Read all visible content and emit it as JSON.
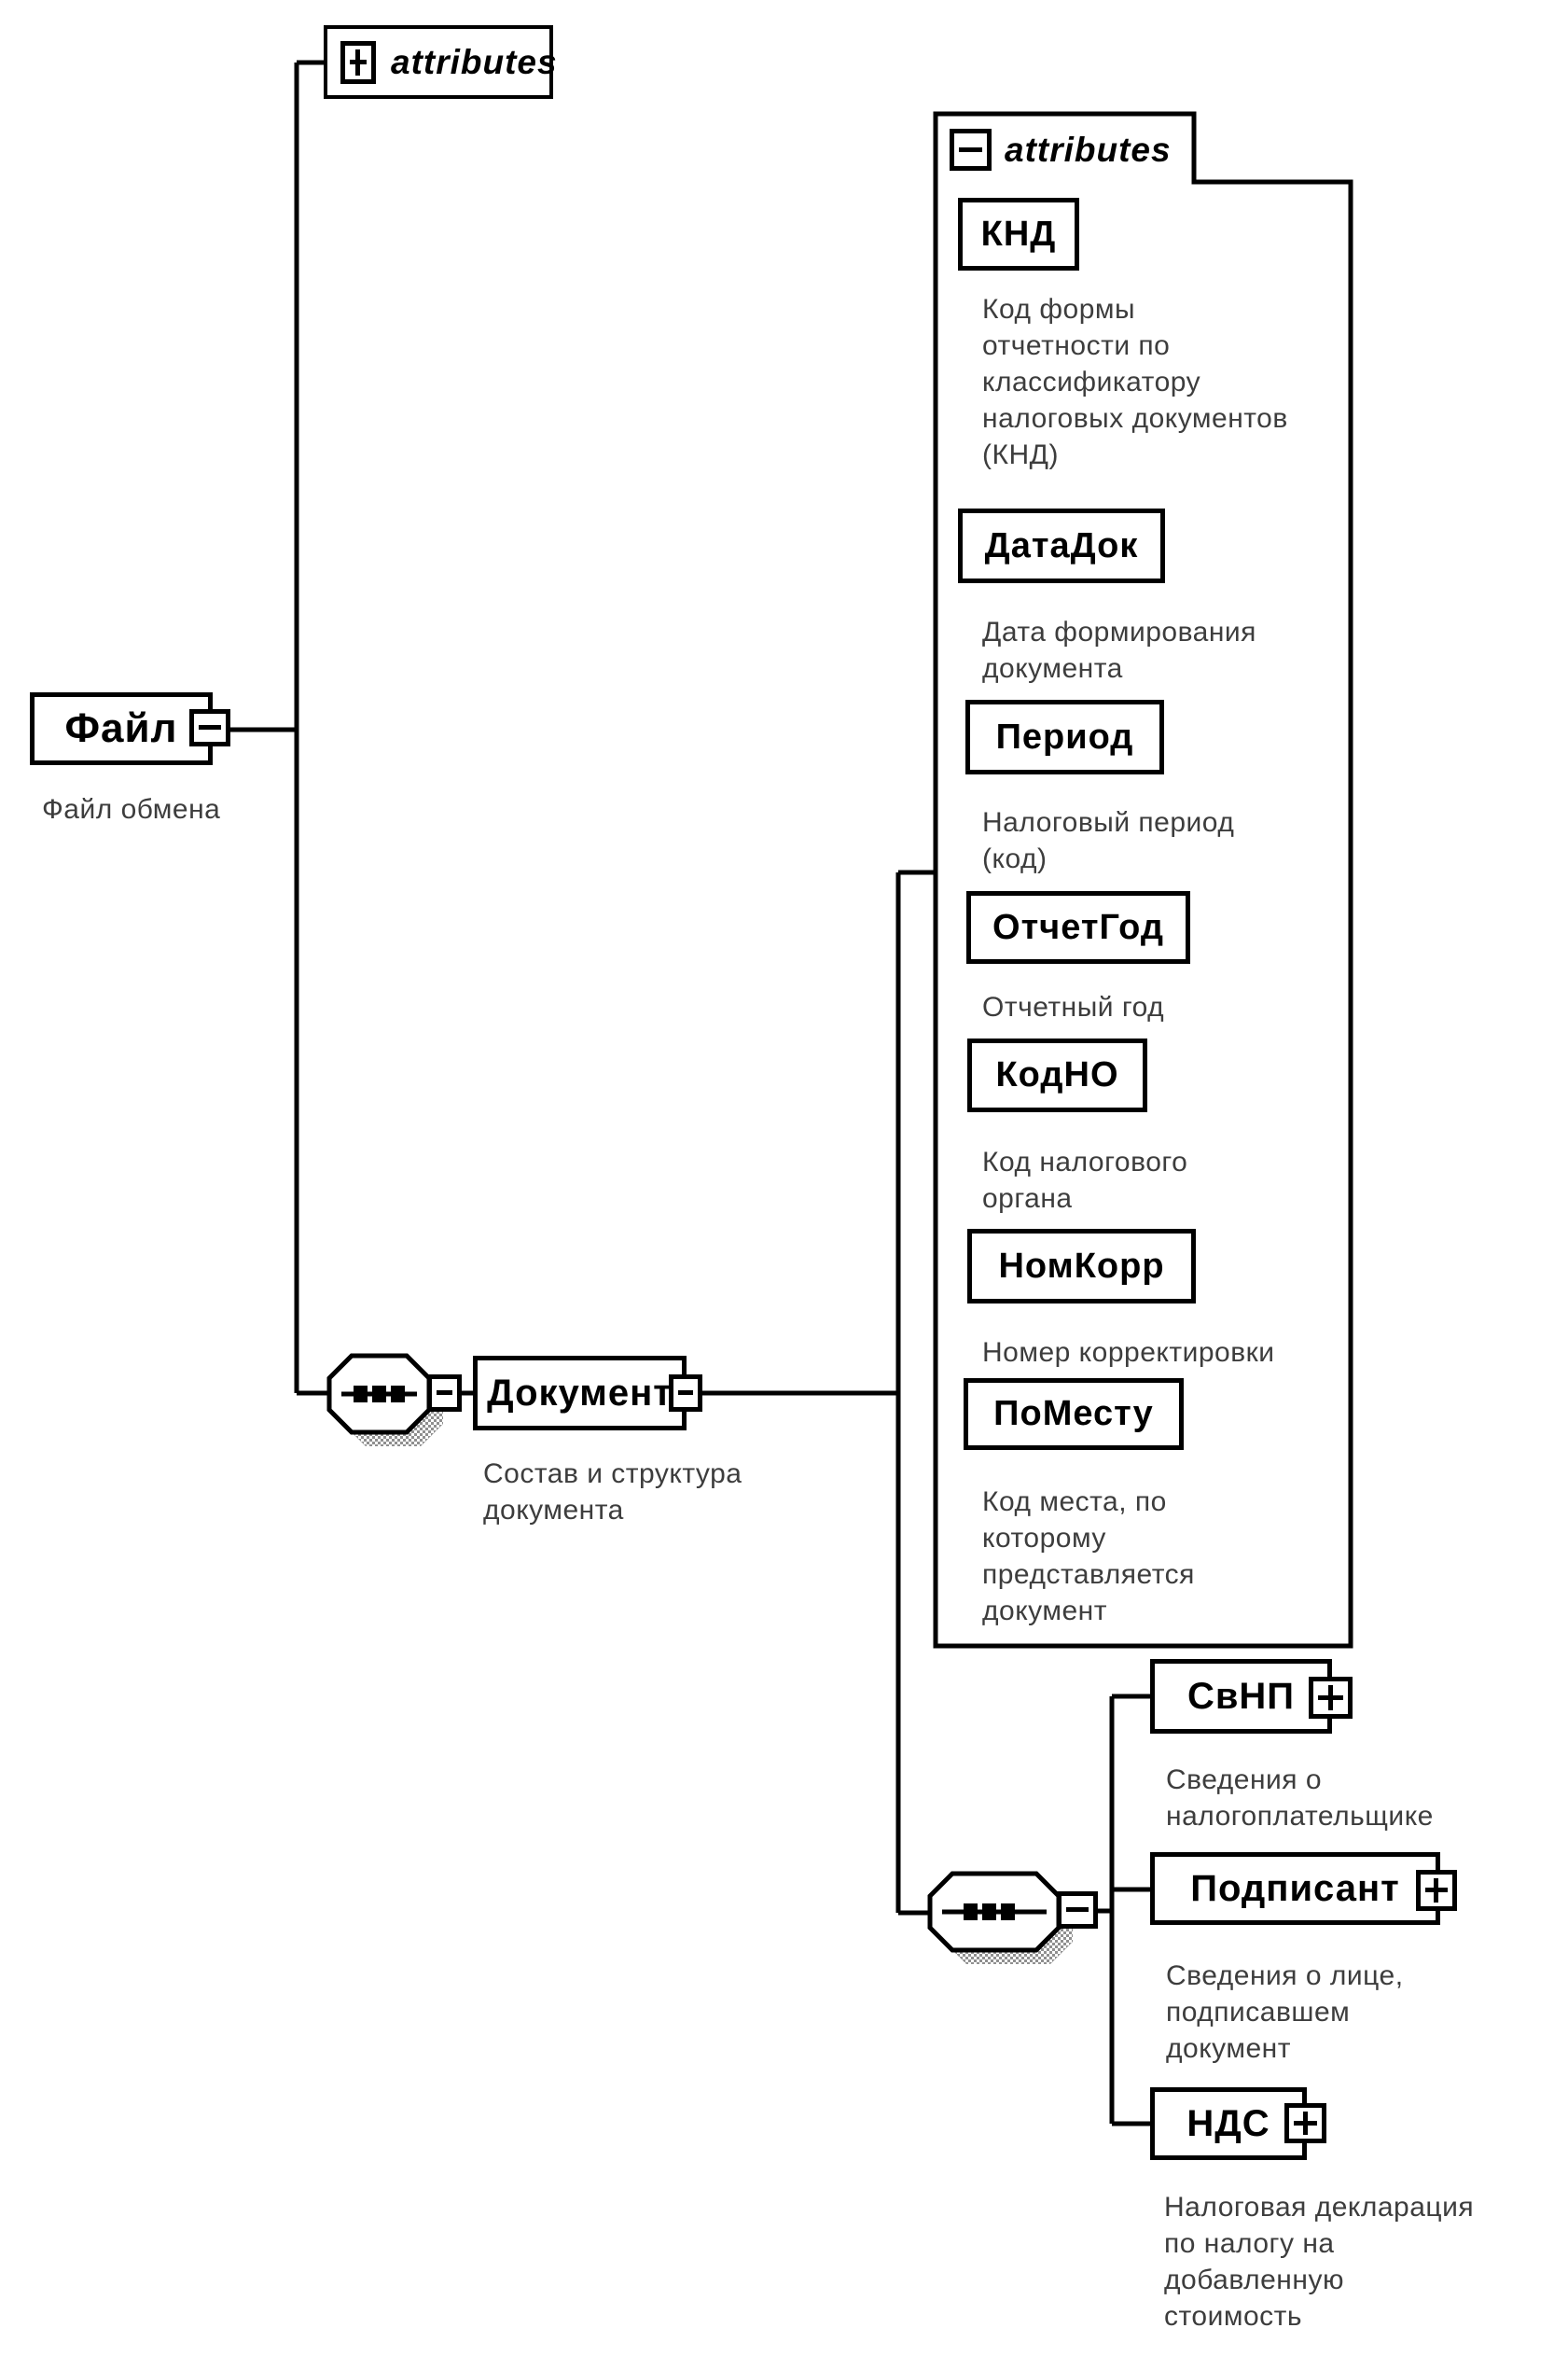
{
  "diagram": {
    "root": {
      "name": "Файл",
      "caption": "Файл обмена",
      "toggle_icon": "minus"
    },
    "root_attributes": {
      "label": "attributes",
      "toggle_icon": "plus"
    },
    "document": {
      "name": "Документ",
      "caption": "Состав и структура\nдокумента",
      "toggle_icon": "minus",
      "sequence_icon": "sequence"
    },
    "attributes_panel": {
      "label": "attributes",
      "toggle_icon": "minus",
      "attributes": [
        {
          "name": "КНД",
          "caption": "Код формы\nотчетности по\nклассификатору\nналоговых документов\n(КНД)"
        },
        {
          "name": "ДатаДок",
          "caption": "Дата формирования\nдокумента"
        },
        {
          "name": "Период",
          "caption": "Налоговый период\n(код)"
        },
        {
          "name": "ОтчетГод",
          "caption": "Отчетный год"
        },
        {
          "name": "КодНО",
          "caption": "Код налогового\nоргана"
        },
        {
          "name": "НомКорр",
          "caption": "Номер корректировки"
        },
        {
          "name": "ПоМесту",
          "caption": "Код места, по\nкоторому\nпредставляется\nдокумент"
        }
      ]
    },
    "children": [
      {
        "name": "СвНП",
        "caption": "Сведения о\nналогоплательщике",
        "toggle_icon": "plus"
      },
      {
        "name": "Подписант",
        "caption": "Сведения о лице,\nподписавшем\nдокумент",
        "toggle_icon": "plus"
      },
      {
        "name": "НДС",
        "caption": "Налоговая декларация\nпо налогу на\nдобавленную\nстоимость",
        "toggle_icon": "plus"
      }
    ],
    "colors": {
      "line": "#000000",
      "caption_text": "#3d3d3d",
      "shadow": "#8f8f8f",
      "background": "#ffffff"
    }
  }
}
